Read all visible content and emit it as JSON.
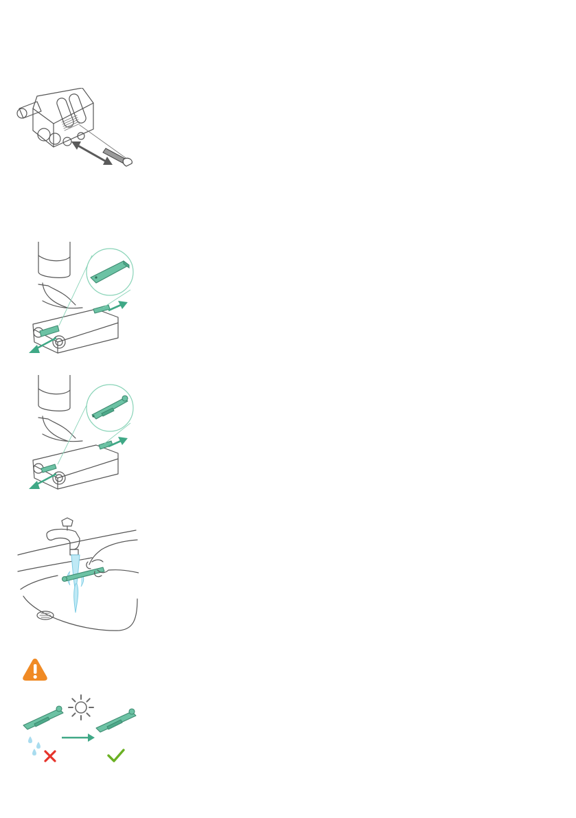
{
  "page": {
    "title": ""
  },
  "figures": [
    {
      "name": "step-remove-brush-bar-coin"
    },
    {
      "name": "step-slide-out-end-caps"
    },
    {
      "name": "step-slide-out-brush-bars"
    },
    {
      "name": "step-rinse-under-tap"
    },
    {
      "name": "warning-dry-completely"
    }
  ],
  "icons": {
    "warning": "warning-triangle-icon",
    "cross": "cross-icon",
    "check": "check-icon",
    "sun": "sun-icon",
    "drops": "water-drop-icon",
    "arrow": "arrow-right-icon"
  },
  "colors": {
    "accent_green": "#3fa886",
    "part_green": "#6cc2a4",
    "warning_orange": "#f08a24",
    "error_red": "#e6332a",
    "success_green": "#6ab023",
    "water_blue": "#7ccbe3"
  }
}
